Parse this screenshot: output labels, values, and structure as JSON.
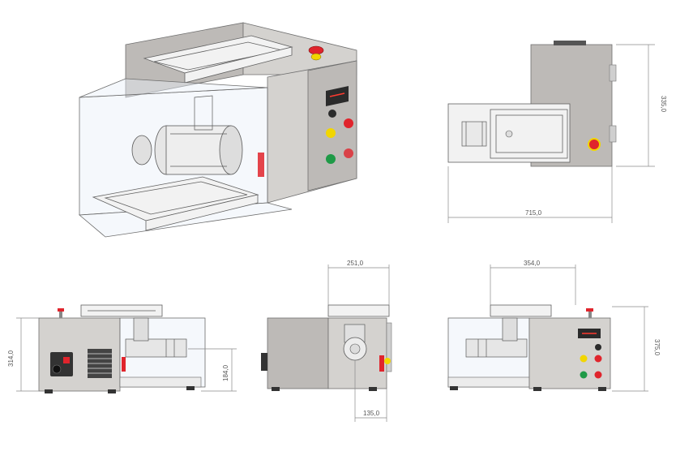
{
  "dimensions": {
    "top_width": "715,0",
    "top_depth": "335,0",
    "side_height": "314,0",
    "side_axis_height": "184,0",
    "front_width": "251,0",
    "front_offset": "135,0",
    "rear_width": "354,0",
    "rear_height": "375,0"
  },
  "colors": {
    "steel": "#bdbab7",
    "panel": "#d4d2cf",
    "red_button": "#e0242c",
    "yellow_button": "#f2d600",
    "green_button": "#1f9a47",
    "display": "#2b2b2b",
    "glass": "#e8f0f8"
  },
  "icons": [
    "emergency-stop-icon",
    "digital-display-icon",
    "control-button-icon",
    "vent-grille-icon",
    "power-switch-icon"
  ]
}
